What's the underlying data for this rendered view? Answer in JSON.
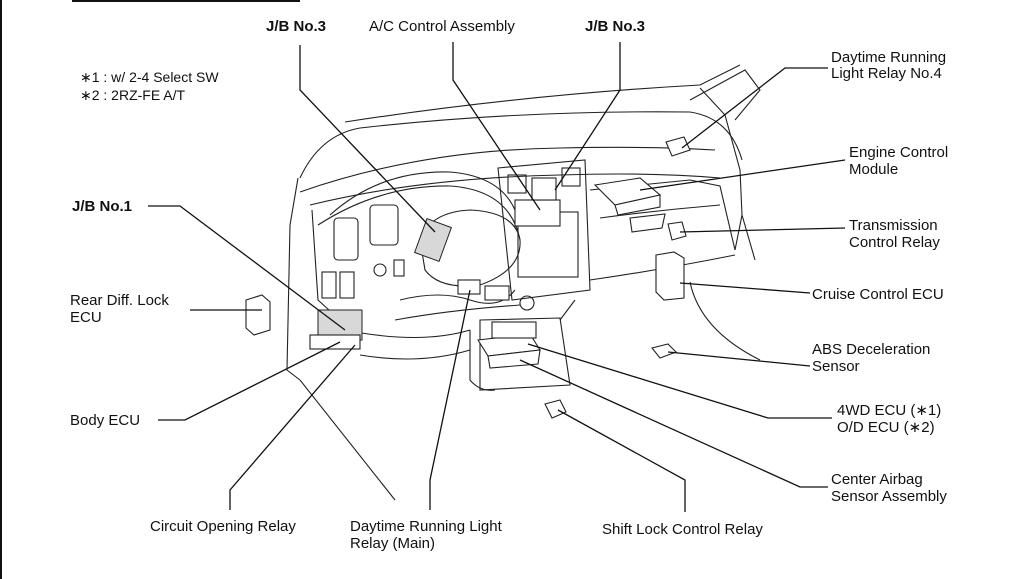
{
  "notes": [
    "∗1 : w/ 2-4 Select SW",
    "∗2 : 2RZ-FE A/T"
  ],
  "labels": {
    "jb3_left": "J/B No.3",
    "ac_control": "A/C Control Assembly",
    "jb3_right": "J/B No.3",
    "jb1": "J/B No.1",
    "drl4_line1": "Daytime Running",
    "drl4_line2": "Light Relay No.4",
    "ecm_line1": "Engine Control",
    "ecm_line2": "Module",
    "tcr_line1": "Transmission",
    "tcr_line2": "Control Relay",
    "cruise": "Cruise Control ECU",
    "rear_diff_line1": "Rear Diff. Lock",
    "rear_diff_line2": "ECU",
    "abs_line1": "ABS Deceleration",
    "abs_line2": "Sensor",
    "body_ecu": "Body ECU",
    "fwd_line1": "4WD ECU (∗1)",
    "fwd_line2": "O/D ECU (∗2)",
    "airbag_line1": "Center Airbag",
    "airbag_line2": "Sensor Assembly",
    "circuit_opening": "Circuit Opening Relay",
    "drl_main_line1": "Daytime Running Light",
    "drl_main_line2": "Relay (Main)",
    "shift_lock": "Shift Lock Control Relay"
  }
}
